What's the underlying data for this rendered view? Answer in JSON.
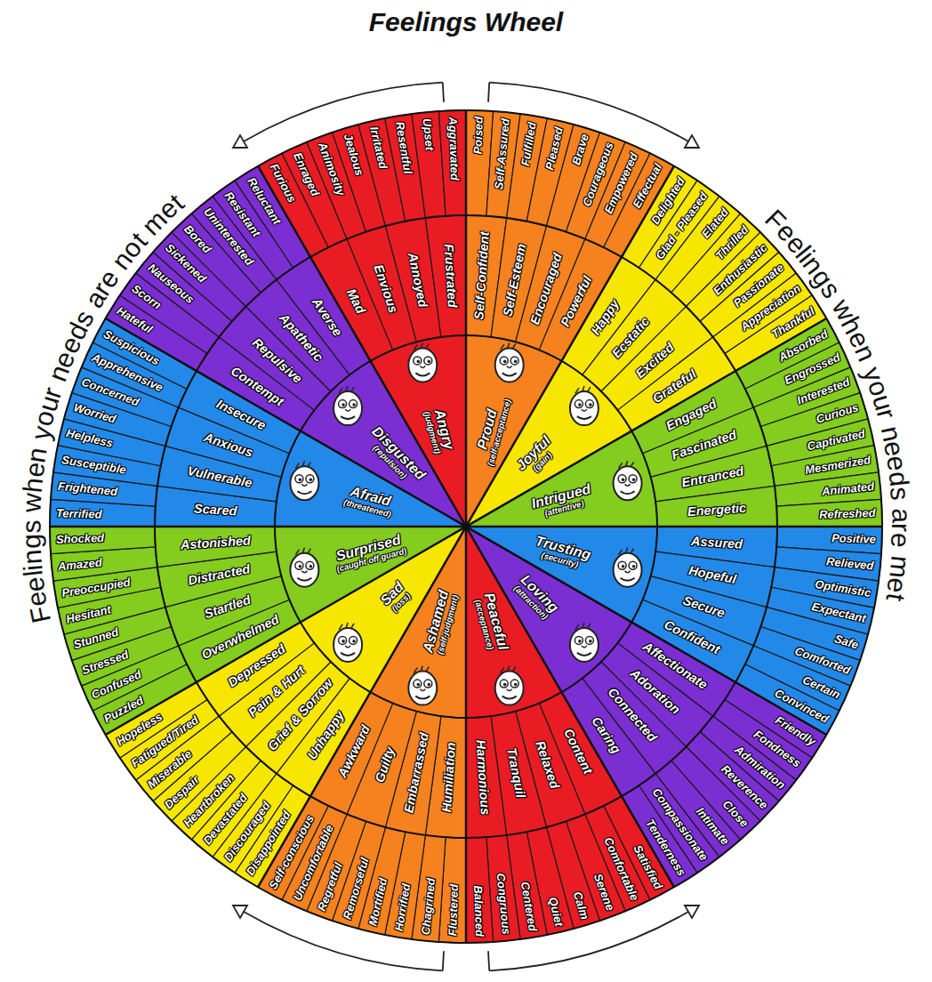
{
  "diagram": {
    "title": "Feelings Wheel",
    "nodes": [
      {
        "text": [
          "Proud",
          "(self-acceptance)"
        ]
      },
      {
        "text": [
          "Self-Confident"
        ]
      },
      {
        "text": [
          "Self-Esteem"
        ]
      },
      {
        "text": [
          "Encouraged"
        ]
      },
      {
        "text": [
          "Powerful"
        ]
      },
      {
        "text": [
          "Poised"
        ]
      },
      {
        "text": [
          "Self-Assured"
        ]
      },
      {
        "text": [
          "Fulfilled"
        ]
      },
      {
        "text": [
          "Pleased"
        ]
      },
      {
        "text": [
          "Brave"
        ]
      },
      {
        "text": [
          "Courageous"
        ]
      },
      {
        "text": [
          "Empowered"
        ]
      },
      {
        "text": [
          "Effectual"
        ]
      },
      {
        "text": [
          "Joyful",
          "(gain)"
        ]
      },
      {
        "text": [
          "Happy"
        ]
      },
      {
        "text": [
          "Ecstatic"
        ]
      },
      {
        "text": [
          "Excited"
        ]
      },
      {
        "text": [
          "Grateful"
        ]
      },
      {
        "text": [
          "Delighted"
        ]
      },
      {
        "text": [
          "Glad - Pleased"
        ]
      },
      {
        "text": [
          "Elated"
        ]
      },
      {
        "text": [
          "Thrilled"
        ]
      },
      {
        "text": [
          "Enthusiastic"
        ]
      },
      {
        "text": [
          "Passionate"
        ]
      },
      {
        "text": [
          "Appreciation"
        ]
      },
      {
        "text": [
          "Thankful"
        ]
      },
      {
        "text": [
          "Intrigued",
          "(attentive)"
        ]
      },
      {
        "text": [
          "Engaged"
        ]
      },
      {
        "text": [
          "Fascinated"
        ]
      },
      {
        "text": [
          "Entranced"
        ]
      },
      {
        "text": [
          "Energetic"
        ]
      },
      {
        "text": [
          "Absorbed"
        ]
      },
      {
        "text": [
          "Engrossed"
        ]
      },
      {
        "text": [
          "Interested"
        ]
      },
      {
        "text": [
          "Curious"
        ]
      },
      {
        "text": [
          "Captivated"
        ]
      },
      {
        "text": [
          "Mesmerized"
        ]
      },
      {
        "text": [
          "Animated"
        ]
      },
      {
        "text": [
          "Refreshed"
        ]
      },
      {
        "text": [
          "Trusting",
          "(security)"
        ]
      },
      {
        "text": [
          "Assured"
        ]
      },
      {
        "text": [
          "Hopeful"
        ]
      },
      {
        "text": [
          "Secure"
        ]
      },
      {
        "text": [
          "Confident"
        ]
      },
      {
        "text": [
          "Positive"
        ]
      },
      {
        "text": [
          "Relieved"
        ]
      },
      {
        "text": [
          "Optimistic"
        ]
      },
      {
        "text": [
          "Expectant"
        ]
      },
      {
        "text": [
          "Safe"
        ]
      },
      {
        "text": [
          "Comforted"
        ]
      },
      {
        "text": [
          "Certain"
        ]
      },
      {
        "text": [
          "Convinced"
        ]
      },
      {
        "text": [
          "Loving",
          "(attraction)"
        ]
      },
      {
        "text": [
          "Affectionate"
        ]
      },
      {
        "text": [
          "Adoration"
        ]
      },
      {
        "text": [
          "Connected"
        ]
      },
      {
        "text": [
          "Caring"
        ]
      },
      {
        "text": [
          "Friendly"
        ]
      },
      {
        "text": [
          "Fondness"
        ]
      },
      {
        "text": [
          "Admiration"
        ]
      },
      {
        "text": [
          "Reverence"
        ]
      },
      {
        "text": [
          "Close"
        ]
      },
      {
        "text": [
          "Intimate"
        ]
      },
      {
        "text": [
          "Compassionate"
        ]
      },
      {
        "text": [
          "Tenderness"
        ]
      },
      {
        "text": [
          "Peaceful",
          "(acceptance)"
        ]
      },
      {
        "text": [
          "Content"
        ]
      },
      {
        "text": [
          "Relaxed"
        ]
      },
      {
        "text": [
          "Tranquil"
        ]
      },
      {
        "text": [
          "Harmonious"
        ]
      },
      {
        "text": [
          "Satisfied"
        ]
      },
      {
        "text": [
          "Comfortable"
        ]
      },
      {
        "text": [
          "Serene"
        ]
      },
      {
        "text": [
          "Calm"
        ]
      },
      {
        "text": [
          "Quiet"
        ]
      },
      {
        "text": [
          "Centered"
        ]
      },
      {
        "text": [
          "Congruous"
        ]
      },
      {
        "text": [
          "Balanced"
        ]
      },
      {
        "text": [
          "Ashamed",
          "(self-judgment)"
        ]
      },
      {
        "text": [
          "Humiliation"
        ]
      },
      {
        "text": [
          "Embarrassed"
        ]
      },
      {
        "text": [
          "Guilty"
        ]
      },
      {
        "text": [
          "Awkward"
        ]
      },
      {
        "text": [
          "Flustered"
        ]
      },
      {
        "text": [
          "Chagrined"
        ]
      },
      {
        "text": [
          "Horrified"
        ]
      },
      {
        "text": [
          "Mortified"
        ]
      },
      {
        "text": [
          "Remorseful"
        ]
      },
      {
        "text": [
          "Regretful"
        ]
      },
      {
        "text": [
          "Uncomfortable"
        ]
      },
      {
        "text": [
          "Self-conscious"
        ]
      },
      {
        "text": [
          "Sad",
          "(loss)"
        ]
      },
      {
        "text": [
          "Unhappy"
        ]
      },
      {
        "text": [
          "Grief & Sorrow"
        ]
      },
      {
        "text": [
          "Pain & Hurt"
        ]
      },
      {
        "text": [
          "Depressed"
        ]
      },
      {
        "text": [
          "Disappointed"
        ]
      },
      {
        "text": [
          "Discouraged"
        ]
      },
      {
        "text": [
          "Devastated"
        ]
      },
      {
        "text": [
          "Heartbroken"
        ]
      },
      {
        "text": [
          "Despair"
        ]
      },
      {
        "text": [
          "Miserable"
        ]
      },
      {
        "text": [
          "Fatigued/Tired"
        ]
      },
      {
        "text": [
          "Hopeless"
        ]
      },
      {
        "text": [
          "Surprised",
          "(caught off guard)"
        ]
      },
      {
        "text": [
          "Overwhelmed"
        ]
      },
      {
        "text": [
          "Startled"
        ]
      },
      {
        "text": [
          "Distracted"
        ]
      },
      {
        "text": [
          "Astonished"
        ]
      },
      {
        "text": [
          "Puzzled"
        ]
      },
      {
        "text": [
          "Confused"
        ]
      },
      {
        "text": [
          "Stressed"
        ]
      },
      {
        "text": [
          "Stunned"
        ]
      },
      {
        "text": [
          "Hesitant"
        ]
      },
      {
        "text": [
          "Preoccupied"
        ]
      },
      {
        "text": [
          "Amazed"
        ]
      },
      {
        "text": [
          "Shocked"
        ]
      },
      {
        "text": [
          "Afraid",
          "(threatened)"
        ]
      },
      {
        "text": [
          "Scared"
        ]
      },
      {
        "text": [
          "Vulnerable"
        ]
      },
      {
        "text": [
          "Anxious"
        ]
      },
      {
        "text": [
          "Insecure"
        ]
      },
      {
        "text": [
          "Terrified"
        ]
      },
      {
        "text": [
          "Frightened"
        ]
      },
      {
        "text": [
          "Susceptible"
        ]
      },
      {
        "text": [
          "Helpless"
        ]
      },
      {
        "text": [
          "Worried"
        ]
      },
      {
        "text": [
          "Concerned"
        ]
      },
      {
        "text": [
          "Apprehensive"
        ]
      },
      {
        "text": [
          "Suspicious"
        ]
      },
      {
        "text": [
          "Disgusted",
          "(repulsion)"
        ]
      },
      {
        "text": [
          "Contempt"
        ]
      },
      {
        "text": [
          "Repulsive"
        ]
      },
      {
        "text": [
          "Apathetic"
        ]
      },
      {
        "text": [
          "Averse"
        ]
      },
      {
        "text": [
          "Hateful"
        ]
      },
      {
        "text": [
          "Scorn"
        ]
      },
      {
        "text": [
          "Nauseous"
        ]
      },
      {
        "text": [
          "Sickened"
        ]
      },
      {
        "text": [
          "Bored"
        ]
      },
      {
        "text": [
          "Uninterested"
        ]
      },
      {
        "text": [
          "Resistant"
        ]
      },
      {
        "text": [
          "Reluctant"
        ]
      },
      {
        "text": [
          "Angry",
          "(judgment)"
        ]
      },
      {
        "text": [
          "Mad"
        ]
      },
      {
        "text": [
          "Envious"
        ]
      },
      {
        "text": [
          "Annoyed"
        ]
      },
      {
        "text": [
          "Frustrated"
        ]
      },
      {
        "text": [
          "Furious"
        ]
      },
      {
        "text": [
          "Enraged"
        ]
      },
      {
        "text": [
          "Animosity"
        ]
      },
      {
        "text": [
          "Jealous"
        ]
      },
      {
        "text": [
          "Irritated"
        ]
      },
      {
        "text": [
          "Resentful"
        ]
      },
      {
        "text": [
          "Upset"
        ]
      },
      {
        "text": [
          "Aggravated"
        ]
      }
    ],
    "labels": [
      "Feelings when your needs are met",
      "Feelings when your needs are not met"
    ]
  }
}
